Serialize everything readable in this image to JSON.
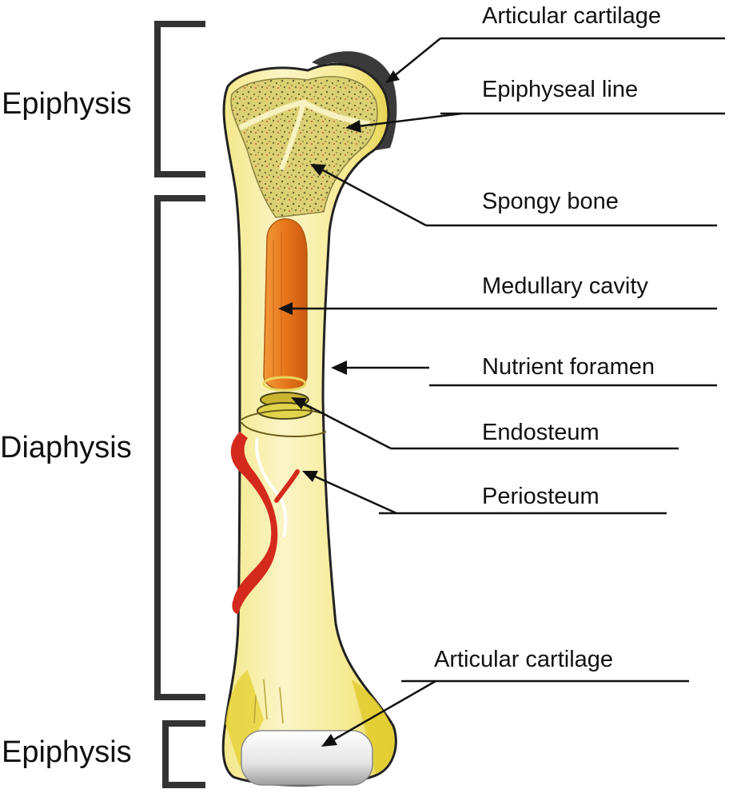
{
  "regions": {
    "top_epiphysis": "Epiphysis",
    "diaphysis": "Diaphysis",
    "bottom_epiphysis": "Epiphysis"
  },
  "parts": [
    {
      "id": "articular-cartilage-top",
      "label": "Articular cartilage"
    },
    {
      "id": "epiphyseal-line",
      "label": "Epiphyseal line"
    },
    {
      "id": "spongy-bone",
      "label": "Spongy bone"
    },
    {
      "id": "medullary-cavity",
      "label": "Medullary cavity"
    },
    {
      "id": "nutrient-foramen",
      "label": "Nutrient foramen"
    },
    {
      "id": "endosteum",
      "label": "Endosteum"
    },
    {
      "id": "periosteum",
      "label": "Periosteum"
    },
    {
      "id": "articular-cartilage-bottom",
      "label": "Articular cartilage"
    }
  ],
  "colors": {
    "bone": "#f7eda0",
    "bone_shade": "#e2cc3c",
    "spongy_bone": "#d9cd6a",
    "marrow": "#e8761c",
    "blood_vessel": "#d42a1e",
    "cartilage": "#dcdcdc",
    "bracket": "#333333"
  }
}
